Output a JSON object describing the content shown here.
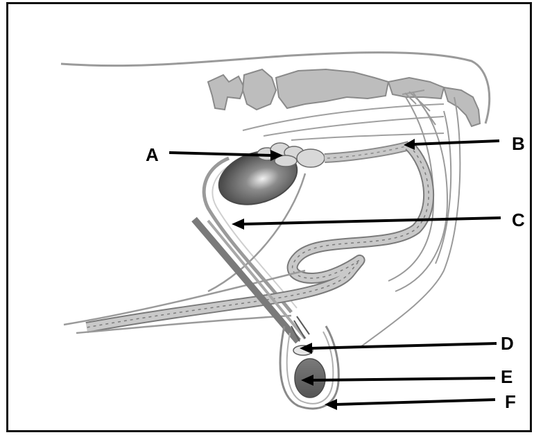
{
  "diagram": {
    "labels": {
      "a": "A",
      "b": "B",
      "c": "C",
      "d": "D",
      "e": "E",
      "f": "F"
    }
  },
  "colors": {
    "outline": "#8a8a8a",
    "bone": "#b8b8b8",
    "tube_fill": "#c9c9c9",
    "dark_gland": "#5c5c5c",
    "testis": "#6a6a6a",
    "arrow": "#000000",
    "border": "#111111"
  }
}
